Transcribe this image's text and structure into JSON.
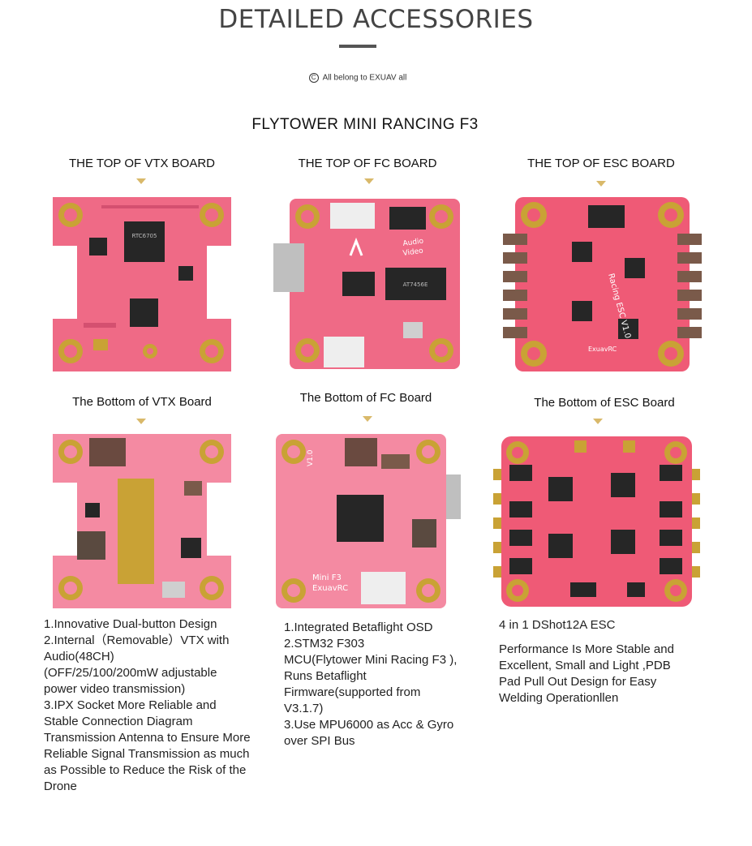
{
  "header": {
    "title": "DETAILED ACCESSORIES",
    "copyright": "All belong to EXUAV all",
    "copyright_symbol": "C"
  },
  "subtitle": "FLYTOWER MINI RANCING F3",
  "columns": [
    {
      "top_label": "THE TOP OF VTX BOARD",
      "bottom_label": "The Bottom of VTX Board",
      "description": "1.Innovative Dual-button Design\n2.Internal（Removable）VTX with Audio(48CH)\n(OFF/25/100/200mW adjustable power video transmission)\n3.IPX Socket More Reliable and Stable Connection Diagram Transmission Antenna to Ensure More Reliable Signal Transmission as much as Possible to Reduce the Risk of the Drone"
    },
    {
      "top_label": "THE TOP OF  FC BOARD",
      "bottom_label": "The  Bottom of FC Board",
      "description": "1.Integrated Betaflight OSD\n2.STM32 F303\nMCU(Flytower Mini Racing F3 ), Runs Betaflight Firmware(supported from V3.1.7)\n3.Use MPU6000 as Acc & Gyro over SPI Bus"
    },
    {
      "top_label": "THE TOP OF ESC BOARD",
      "bottom_label": "The Bottom of ESC Board",
      "description_line1": "4 in 1 DShot12A ESC",
      "description": "Performance Is More Stable and Excellent, Small and Light ,PDB Pad Pull Out Design for Easy Welding Operationllen"
    }
  ],
  "board_text": {
    "vtx_chip": "RTC6705",
    "fc_chip": "AT7456E",
    "fc_audio": "Audio",
    "fc_video": "Video",
    "esc_title": "Racing ESC V1.0",
    "esc_brand": "ExuavRC",
    "fc_bottom_title": "Mini F3",
    "fc_bottom_brand": "ExuavRC",
    "v10": "V1.0"
  },
  "colors": {
    "accent_arrow": "#d9b96a",
    "pcb": "#ef6a86",
    "pcb_light": "#f48aa2",
    "pad_gold": "#c9a235",
    "chip": "#262626"
  }
}
